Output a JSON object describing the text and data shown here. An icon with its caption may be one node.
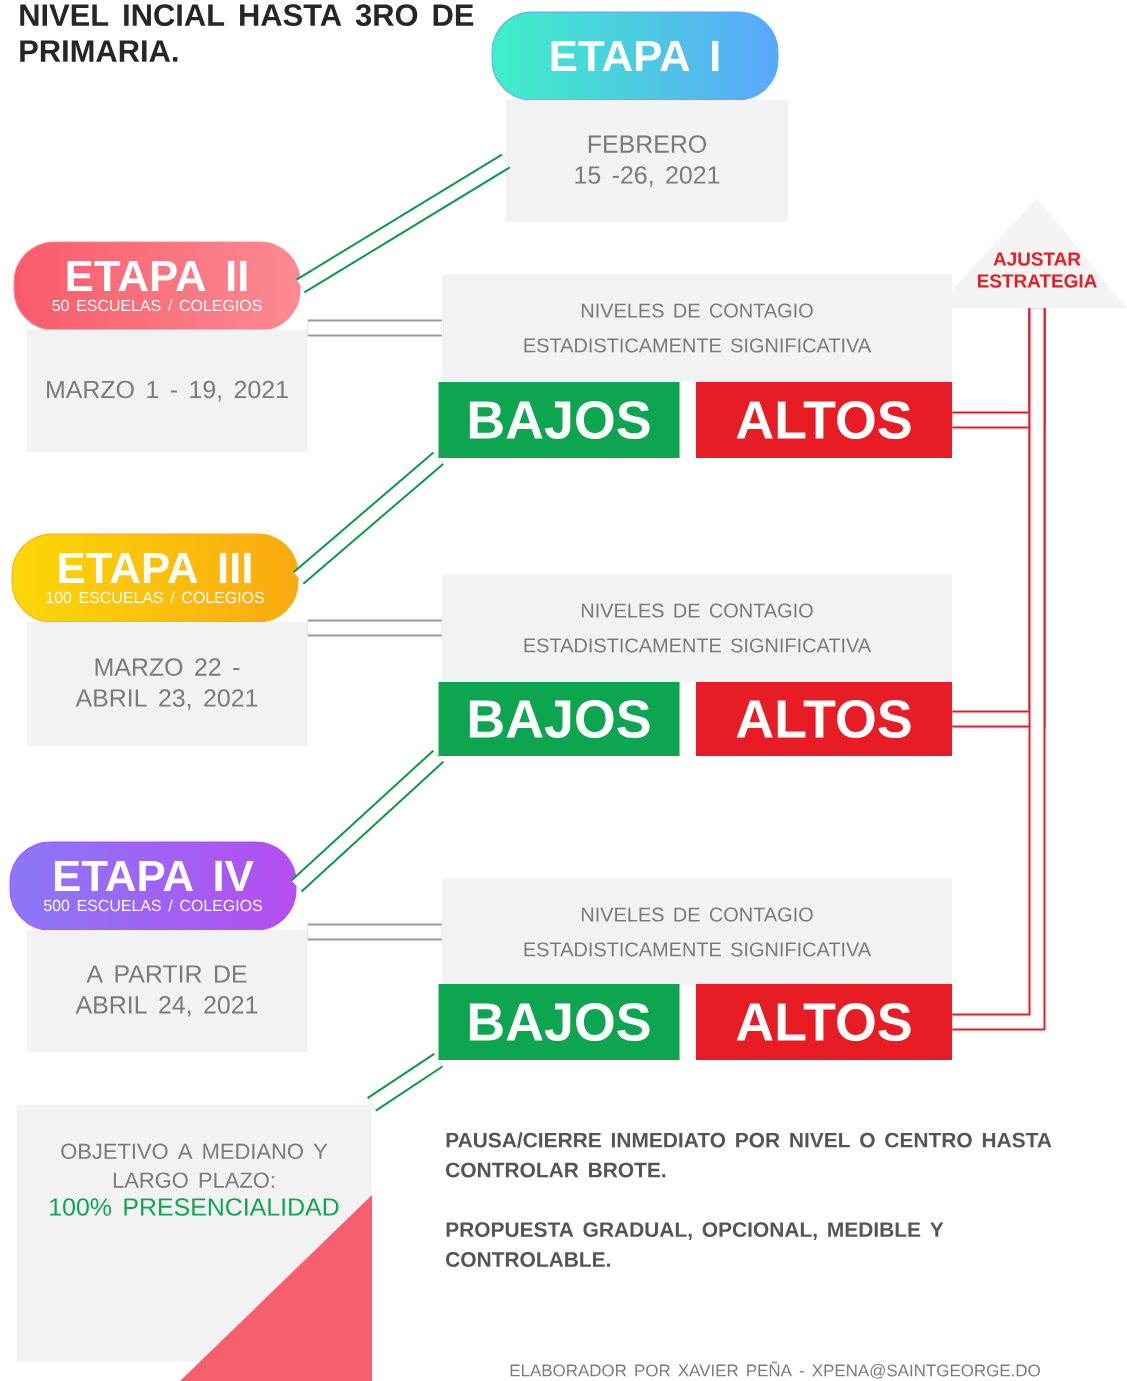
{
  "diagram": {
    "title": "NIVEL INCIAL HASTA 3RO DE PRIMARIA.",
    "nodes": [
      {
        "text": [
          "ETAPA I"
        ]
      },
      {
        "text": [
          "FEBRERO 15 -26, 2021"
        ]
      },
      {
        "text": [
          "ETAPA II",
          "50 ESCUELAS / COLEGIOS"
        ]
      },
      {
        "text": [
          "MARZO 1 - 19, 2021"
        ]
      },
      {
        "text": [
          "AJUSTAR ESTRATEGIA"
        ]
      },
      {
        "text": [
          "NIVELES DE CONTAGIO ESTADISTICAMENTE SIGNIFICATIVA"
        ]
      },
      {
        "text": [
          "BAJOS"
        ]
      },
      {
        "text": [
          "ALTOS"
        ]
      },
      {
        "text": [
          "ETAPA III",
          "100 ESCUELAS / COLEGIOS"
        ]
      },
      {
        "text": [
          "MARZO 22 - ABRIL 23, 2021"
        ]
      },
      {
        "text": [
          "NIVELES DE CONTAGIO ESTADISTICAMENTE SIGNIFICATIVA"
        ]
      },
      {
        "text": [
          "BAJOS"
        ]
      },
      {
        "text": [
          "ALTOS"
        ]
      },
      {
        "text": [
          "ETAPA IV",
          "500 ESCUELAS / COLEGIOS"
        ]
      },
      {
        "text": [
          "A PARTIR DE ABRIL 24, 2021"
        ]
      },
      {
        "text": [
          "NIVELES DE CONTAGIO ESTADISTICAMENTE SIGNIFICATIVA"
        ]
      },
      {
        "text": [
          "BAJOS"
        ]
      },
      {
        "text": [
          "ALTOS"
        ]
      },
      {
        "text": [
          "OBJETIVO A MEDIANO Y LARGO PLAZO:",
          "100% PRESENCIALIDAD"
        ]
      }
    ],
    "edges": [
      {
        "from": 2,
        "to": 1,
        "arrow": "none"
      },
      {
        "from": 3,
        "to": 5,
        "arrow": "none",
        "color": "#9a9a9a"
      },
      {
        "from": 6,
        "to": 8,
        "arrow": "none"
      },
      {
        "from": 9,
        "to": 10,
        "arrow": "none",
        "color": "#9a9a9a"
      },
      {
        "from": 11,
        "to": 13,
        "arrow": "none"
      },
      {
        "from": 14,
        "to": 15,
        "arrow": "none",
        "color": "#9a9a9a"
      },
      {
        "from": 16,
        "to": 18,
        "arrow": "none"
      },
      {
        "from": 7,
        "to": 4,
        "arrow": "none",
        "color": "#e81c24"
      },
      {
        "from": 12,
        "to": 4,
        "arrow": "none",
        "color": "#e81c24"
      },
      {
        "from": 17,
        "to": 4,
        "arrow": "none",
        "color": "#e81c24"
      }
    ],
    "labels": [
      "PAUSA/CIERRE INMEDIATO POR NIVEL O CENTRO HASTA CONTROLAR BROTE.",
      "PROPUESTA GRADUAL, OPCIONAL, MEDIBLE Y CONTROLABLE.",
      "ELABORADOR POR XAVIER PEÑA - XPENA@SAINTGEORGE.DO"
    ]
  }
}
